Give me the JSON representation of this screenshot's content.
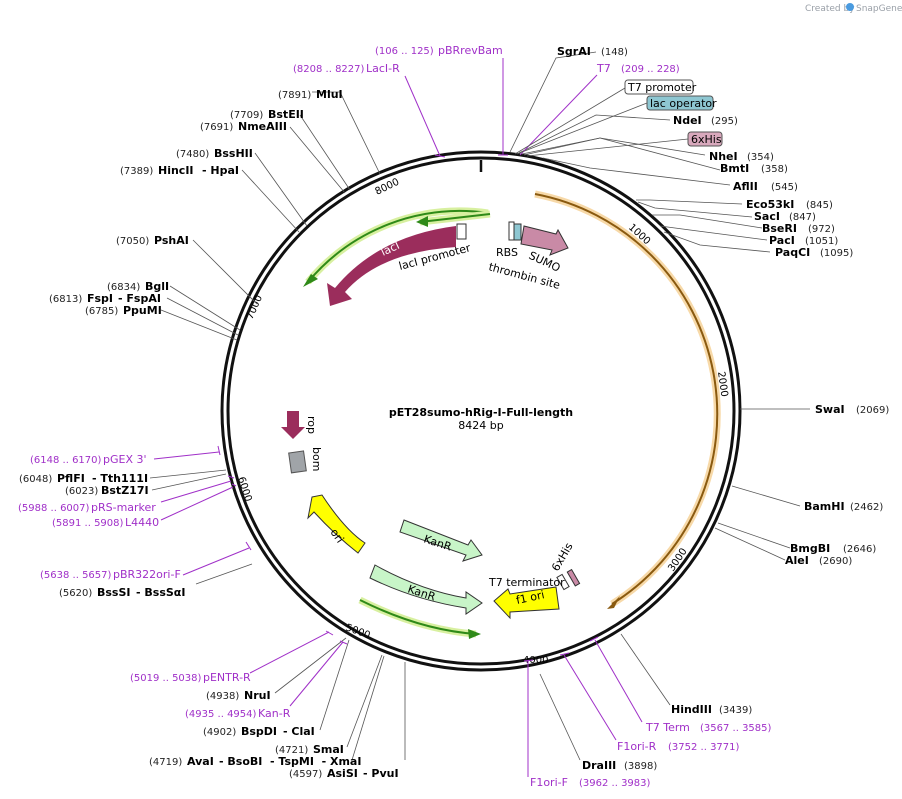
{
  "header": {
    "credit": "Created by",
    "brand": "SnapGene"
  },
  "plasmid": {
    "name": "pET28sumo-hRig-I-Full-length",
    "length": "8424 bp"
  },
  "ticks": [
    "1000",
    "2000",
    "3000",
    "4000",
    "5000",
    "6000",
    "7000",
    "8000"
  ],
  "enzymes_right": [
    {
      "name": "SgrAI",
      "pos": "(148)"
    },
    {
      "name": "NdeI",
      "pos": "(295)"
    },
    {
      "name": "NheI",
      "pos": "(354)"
    },
    {
      "name": "BmtI",
      "pos": "(358)"
    },
    {
      "name": "AflII",
      "pos": "(545)"
    },
    {
      "name": "Eco53kI",
      "pos": "(845)"
    },
    {
      "name": "SacI",
      "pos": "(847)"
    },
    {
      "name": "BseRI",
      "pos": "(972)"
    },
    {
      "name": "PacI",
      "pos": "(1051)"
    },
    {
      "name": "PaqCI",
      "pos": "(1095)"
    },
    {
      "name": "SwaI",
      "pos": "(2069)"
    },
    {
      "name": "BamHI",
      "pos": "(2462)"
    },
    {
      "name": "BmgBI",
      "pos": "(2646)"
    },
    {
      "name": "AleI",
      "pos": "(2690)"
    },
    {
      "name": "HindIII",
      "pos": "(3439)"
    },
    {
      "name": "DraIII",
      "pos": "(3898)"
    }
  ],
  "enzymes_left": [
    {
      "name": "MluI",
      "pos": "(7891)"
    },
    {
      "name": "BstEII",
      "pos": "(7709)"
    },
    {
      "name": "NmeAIII",
      "pos": "(7691)"
    },
    {
      "name": "BssHII",
      "pos": "(7480)"
    },
    {
      "name": "HincII",
      "pos": "(7389)",
      "alt": "- HpaI"
    },
    {
      "name": "PshAI",
      "pos": "(7050)"
    },
    {
      "name": "BglI",
      "pos": "(6834)"
    },
    {
      "name": "FspI",
      "pos": "(6813)",
      "alt": "- FspAI"
    },
    {
      "name": "PpuMI",
      "pos": "(6785)"
    },
    {
      "name": "PflFI",
      "pos": "(6048)",
      "alt": "- Tth111I"
    },
    {
      "name": "BstZ17I",
      "pos": "(6023)"
    },
    {
      "name": "BssSI",
      "pos": "(5620)",
      "alt": "- BssSαI"
    },
    {
      "name": "NruI",
      "pos": "(4938)"
    },
    {
      "name": "BspDI",
      "pos": "(4902)",
      "alt": "- ClaI"
    },
    {
      "name": "SmaI",
      "pos": "(4721)"
    },
    {
      "name": "AvaI",
      "pos": "(4719)",
      "alt": "- BsoBI  - TspMI  - XmaI"
    },
    {
      "name": "AsiSI",
      "pos": "(4597)",
      "alt": "- PvuI"
    }
  ],
  "primers": [
    {
      "name": "pBRrevBam",
      "pos": "(106 .. 125)"
    },
    {
      "name": "LacI-R",
      "pos": "(8208 .. 8227)"
    },
    {
      "name": "T7",
      "pos": "(209 .. 228)"
    },
    {
      "name": "pGEX 3'",
      "pos": "(6148 .. 6170)"
    },
    {
      "name": "pRS-marker",
      "pos": "(5988 .. 6007)"
    },
    {
      "name": "L4440",
      "pos": "(5891 .. 5908)"
    },
    {
      "name": "pBR322ori-F",
      "pos": "(5638 .. 5657)"
    },
    {
      "name": "pENTR-R",
      "pos": "(5019 .. 5038)"
    },
    {
      "name": "Kan-R",
      "pos": "(4935 .. 4954)"
    },
    {
      "name": "T7 Term",
      "pos": "(3567 .. 3585)"
    },
    {
      "name": "F1ori-R",
      "pos": "(3752 .. 3771)"
    },
    {
      "name": "F1ori-F",
      "pos": "(3962 .. 3983)"
    }
  ],
  "boxed_features": {
    "t7_promoter": "T7 promoter",
    "lac_operator": "lac operator",
    "his_tag": "6xHis"
  },
  "features": {
    "laci": "lacI",
    "laci_promoter": "lacI promoter",
    "rbs": "RBS",
    "sumo": "SUMO",
    "thrombin": "thrombin site",
    "rop": "rop",
    "bom": "bom",
    "ori": "ori",
    "kanr1": "KanR",
    "kanr2": "KanR",
    "his6": "6xHis",
    "t7term": "T7 terminator",
    "f1ori": "f1 ori"
  },
  "colors": {
    "laci": "#9b2d5c",
    "sumo": "#c98aa6",
    "ori": "#ffff00",
    "kanr": "#c8f5c8",
    "orf_green": "#2f8a18",
    "orf_orange": "#d07818",
    "primer": "#a030c8",
    "lac_operator": "#8ec7d2",
    "his_box": "#d8a8bc",
    "bom": "#a0a4a8",
    "rop": "#9b2d5c"
  }
}
